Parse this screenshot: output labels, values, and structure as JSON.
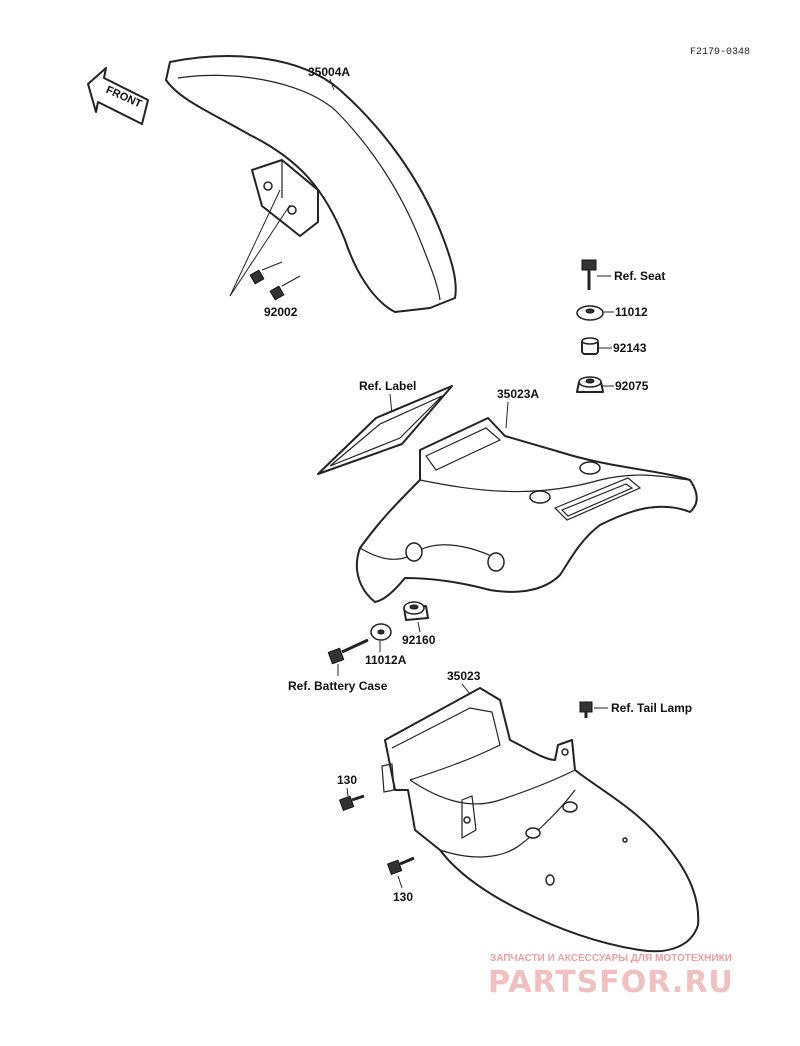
{
  "diagram_code": "F2179-0348",
  "front_arrow_label": "FRONT",
  "labels": {
    "front_fender": "35004A",
    "front_bolts": "92002",
    "ref_seat": "Ref. Seat",
    "washer_11012": "11012",
    "collar_92143": "92143",
    "grommet_92075": "92075",
    "ref_label": "Ref. Label",
    "rear_fender_upper": "35023A",
    "grommet_92160": "92160",
    "washer_11012a": "11012A",
    "ref_battery_case": "Ref. Battery Case",
    "rear_fender_lower": "35023",
    "ref_tail_lamp": "Ref. Tail Lamp",
    "bolt_130_upper": "130",
    "bolt_130_lower": "130"
  },
  "watermark": {
    "top": "ЗАПЧАСТИ И АКСЕССУАРЫ ДЛЯ МОТОТЕХНИКИ",
    "brand": "PARTSFOR.RU"
  }
}
